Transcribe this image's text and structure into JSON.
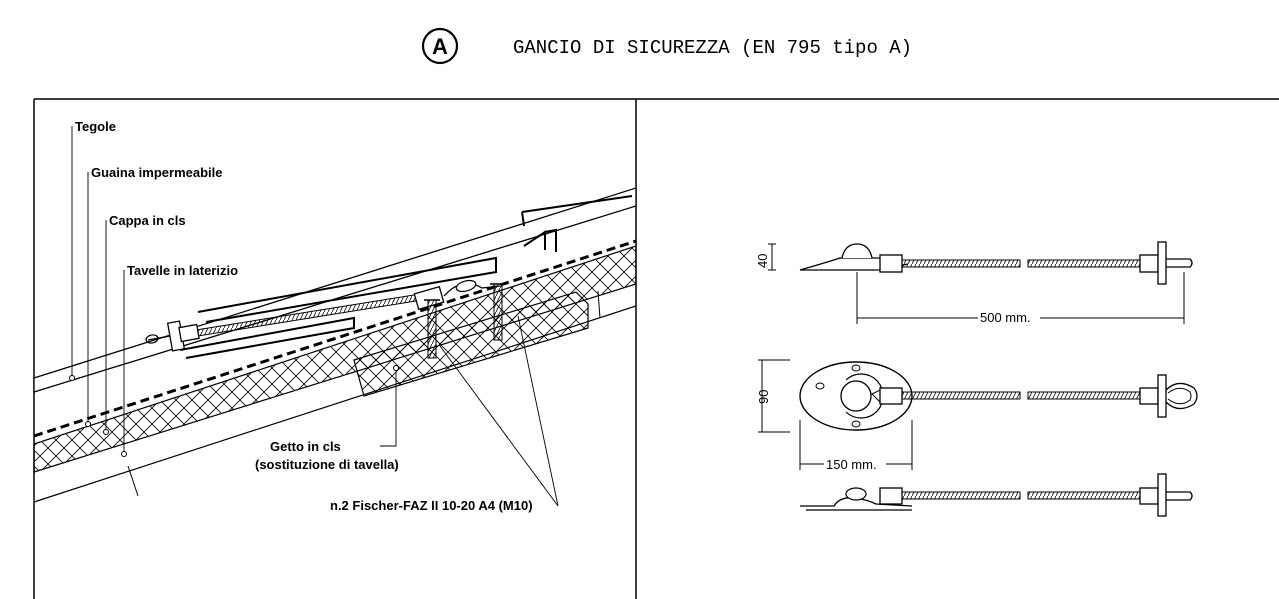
{
  "header": {
    "badge": "A",
    "title": "GANCIO DI SICUREZZA (EN 795 tipo A)"
  },
  "section": {
    "labels": {
      "tegole": "Tegole",
      "guaina": "Guaina impermeabile",
      "cappa": "Cappa in cls",
      "tavelle": "Tavelle in laterizio",
      "getto_1": "Getto in cls",
      "getto_2": "(sostituzione di tavella)",
      "fischer": "n.2 Fischer-FAZ II 10-20 A4 (M10)"
    }
  },
  "detail": {
    "dims": {
      "h40": "40",
      "h90": "90",
      "len500": "500 mm.",
      "len150": "150 mm."
    }
  }
}
